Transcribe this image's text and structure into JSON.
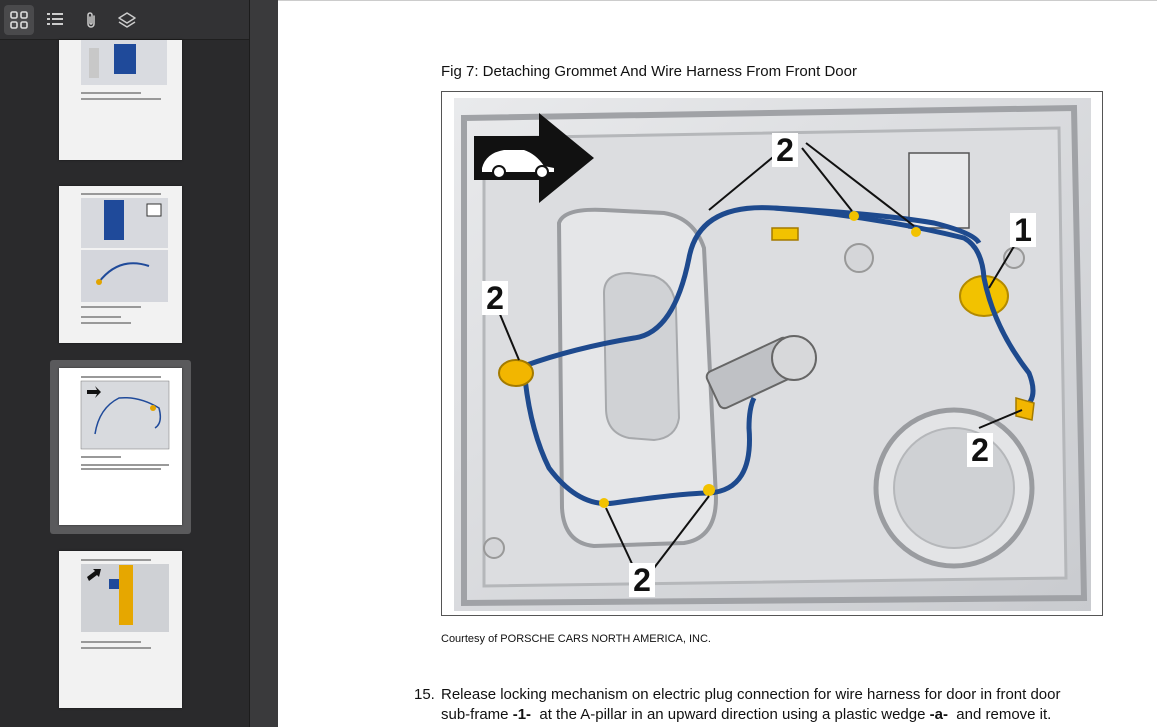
{
  "toolbar": {
    "icons": [
      "thumbnails-grid-icon",
      "outline-list-icon",
      "attachment-icon",
      "layers-icon"
    ]
  },
  "thumbnails": {
    "count_visible": 4,
    "selected_index": 2
  },
  "document": {
    "figure_caption": "Fig 7: Detaching Grommet And Wire Harness From Front Door",
    "callouts": [
      "2",
      "1",
      "2",
      "2",
      "2"
    ],
    "courtesy": "Courtesy of PORSCHE CARS NORTH AMERICA, INC.",
    "step": {
      "number": "15.",
      "line1": "Release locking mechanism on electric plug connection for wire harness for door in front door",
      "line2_pre": "sub-frame ",
      "ref1": "-1-",
      "line2_mid": "  at the A-pillar in an upward direction using a plastic wedge ",
      "ref2": "-a-",
      "line2_post": "  and remove it."
    }
  }
}
